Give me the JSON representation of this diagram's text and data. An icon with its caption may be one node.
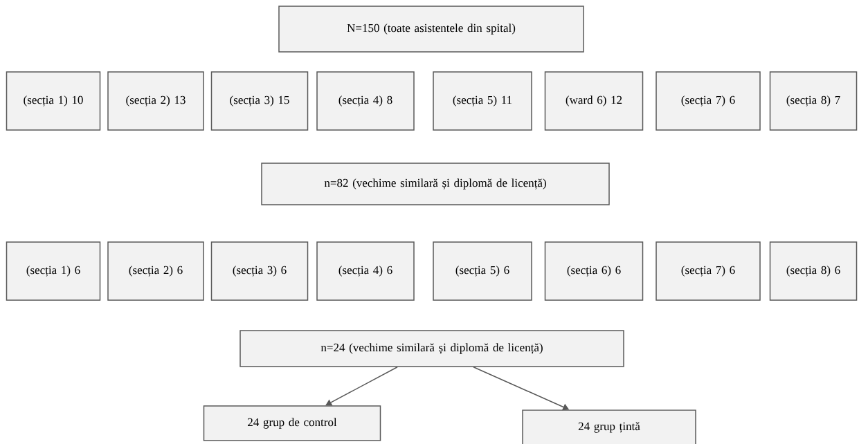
{
  "diagram": {
    "nodes": [
      {
        "text": [
          "N=150 (toate asistentele din spital)"
        ]
      },
      {
        "text": [
          "(secția 1) 10"
        ]
      },
      {
        "text": [
          "(secția 2) 13"
        ]
      },
      {
        "text": [
          "(secția 3) 15"
        ]
      },
      {
        "text": [
          "(secția 4) 8"
        ]
      },
      {
        "text": [
          "(secția 5) 11"
        ]
      },
      {
        "text": [
          "(ward 6) 12"
        ]
      },
      {
        "text": [
          "(secția 7) 6"
        ]
      },
      {
        "text": [
          "(secția 8) 7"
        ]
      },
      {
        "text": [
          "n=82 (vechime similară și diplomă de licență)"
        ]
      },
      {
        "text": [
          "(secția 1) 6"
        ]
      },
      {
        "text": [
          "(secția 2) 6"
        ]
      },
      {
        "text": [
          "(secția 3) 6"
        ]
      },
      {
        "text": [
          "(secția 4) 6"
        ]
      },
      {
        "text": [
          "(secția 5) 6"
        ]
      },
      {
        "text": [
          "(secția 6) 6"
        ]
      },
      {
        "text": [
          "(secția 7) 6"
        ]
      },
      {
        "text": [
          "(secția 8) 6"
        ]
      },
      {
        "text": [
          "n=24 (vechime similară și diplomă de licență)"
        ]
      },
      {
        "text": [
          "24 grup de control"
        ]
      },
      {
        "text": [
          "24 grup țintă"
        ]
      }
    ],
    "edges": [
      {
        "from": 18,
        "to": 19,
        "arrow": "to"
      },
      {
        "from": 18,
        "to": 20,
        "arrow": "to"
      }
    ]
  }
}
